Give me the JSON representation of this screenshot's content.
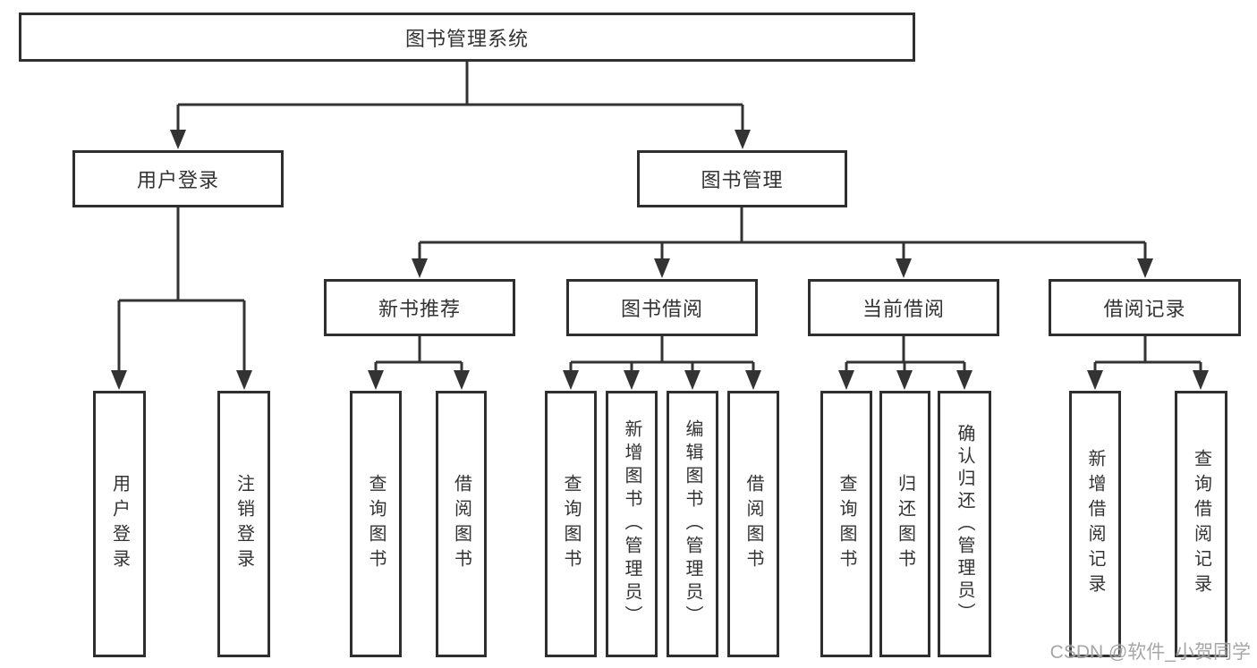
{
  "root": {
    "label": "图书管理系统"
  },
  "level2": {
    "user_login": {
      "label": "用户登录"
    },
    "book_management": {
      "label": "图书管理"
    }
  },
  "level3": {
    "new_book_recommend": {
      "label": "新书推荐"
    },
    "book_borrowing": {
      "label": "图书借阅"
    },
    "current_borrowing": {
      "label": "当前借阅"
    },
    "borrowing_records": {
      "label": "借阅记录"
    }
  },
  "leaves": {
    "user_login": [
      "用户登录",
      "注销登录"
    ],
    "new_book_recommend": [
      "查询图书",
      "借阅图书"
    ],
    "book_borrowing": [
      "查询图书",
      "新增图书（管理员）",
      "编辑图书（管理员）",
      "借阅图书"
    ],
    "current_borrowing": [
      "查询图书",
      "归还图书",
      "确认归还（管理员）"
    ],
    "borrowing_records": [
      "新增借阅记录",
      "查询借阅记录"
    ]
  },
  "watermark": "CSDN @软件_小贺同学",
  "colors": {
    "line": "#333333",
    "box_border": "#2f2f2f",
    "text": "#333333",
    "background": "#ffffff",
    "watermark": "#969696"
  }
}
